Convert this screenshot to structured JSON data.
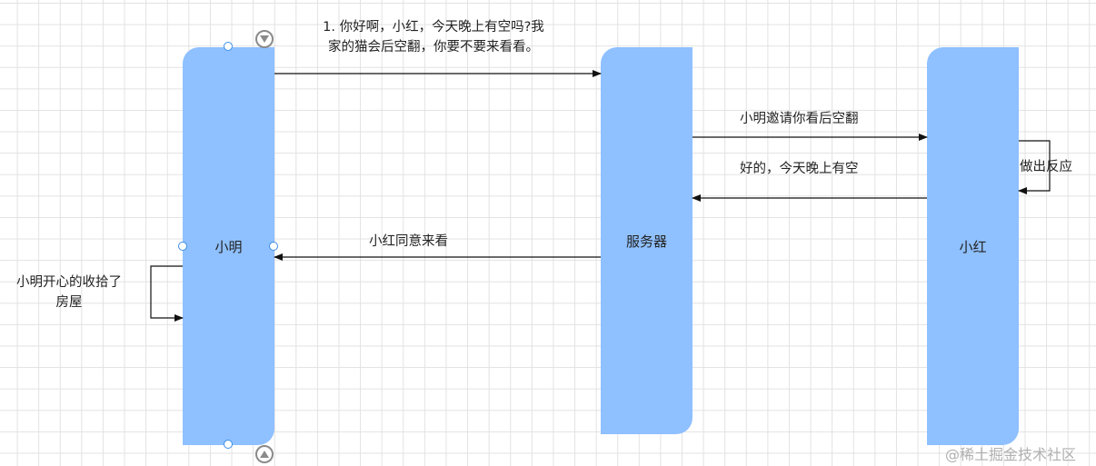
{
  "diagram": {
    "type": "sequence-diagram",
    "colors": {
      "lane_fill": "#8fc0ff",
      "arrow": "#111111",
      "handle": "#3a8ee6",
      "grid": "#e2e2e2"
    },
    "participants": [
      {
        "id": "xiaoming",
        "label": "小明"
      },
      {
        "id": "server",
        "label": "服务器"
      },
      {
        "id": "xiaohong",
        "label": "小红"
      }
    ],
    "messages": [
      {
        "from": "xiaoming",
        "to": "server",
        "label_line1": "1. 你好啊，小红，今天晚上有空吗?我",
        "label_line2": "家的猫会后空翻，你要不要来看看。"
      },
      {
        "from": "server",
        "to": "xiaohong",
        "label": "小明邀请你看后空翻"
      },
      {
        "from": "xiaohong",
        "to": "xiaohong",
        "label": "做出反应"
      },
      {
        "from": "xiaohong",
        "to": "server",
        "label": "好的，今天晚上有空"
      },
      {
        "from": "server",
        "to": "xiaoming",
        "label": "小红同意来看"
      },
      {
        "from": "xiaoming",
        "to": "xiaoming",
        "label_line1": "小明开心的收拾了",
        "label_line2": "房屋"
      }
    ],
    "controls": {
      "collapse_up_icon": "triangle-down-circle",
      "collapse_down_icon": "triangle-up-circle"
    }
  },
  "watermark": "@稀土掘金技术社区"
}
